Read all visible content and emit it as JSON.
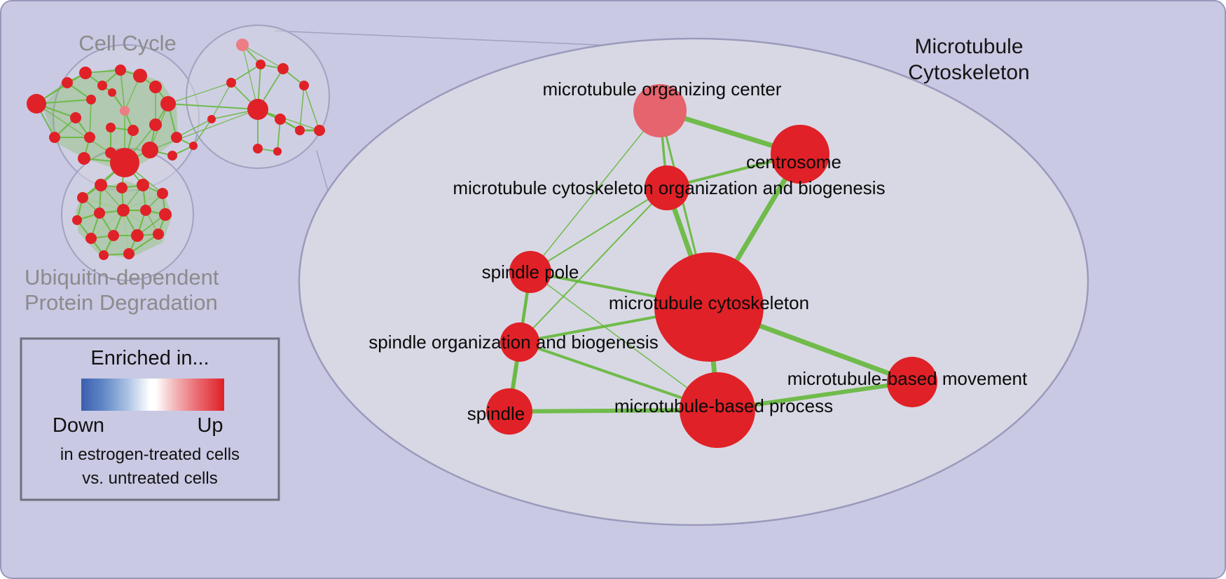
{
  "figure": {
    "overview": {
      "cell_cycle_label": "Cell Cycle",
      "ubiquitin_label_line1": "Ubiquitin-dependent",
      "ubiquitin_label_line2": "Protein Degradation"
    },
    "detail": {
      "title_line1": "Microtubule",
      "title_line2": "Cytoskeleton",
      "nodes": [
        {
          "label": "microtubule organizing center"
        },
        {
          "label": "centrosome"
        },
        {
          "label": "microtubule cytoskeleton organization and biogenesis"
        },
        {
          "label": "spindle pole"
        },
        {
          "label": "microtubule cytoskeleton"
        },
        {
          "label": "spindle organization and biogenesis"
        },
        {
          "label": "microtubule-based movement"
        },
        {
          "label": "spindle"
        },
        {
          "label": "microtubule-based process"
        }
      ]
    },
    "legend": {
      "title": "Enriched in...",
      "down_label": "Down",
      "up_label": "Up",
      "context_line1": "in estrogen-treated cells",
      "context_line2": "vs. untreated cells",
      "gradient": {
        "down_color": "#3b5fae",
        "mid_color": "#ffffff",
        "up_color": "#de2026"
      }
    },
    "colors": {
      "background": "#c9c9e4",
      "zoom_ellipse_fill": "#d8d8e4",
      "node_red": "#e02127",
      "node_pink": "#ec7d85",
      "edge_green": "#67b83e",
      "cluster_outline": "#a2a2c2",
      "gray_label": "#8b8b8b"
    }
  }
}
